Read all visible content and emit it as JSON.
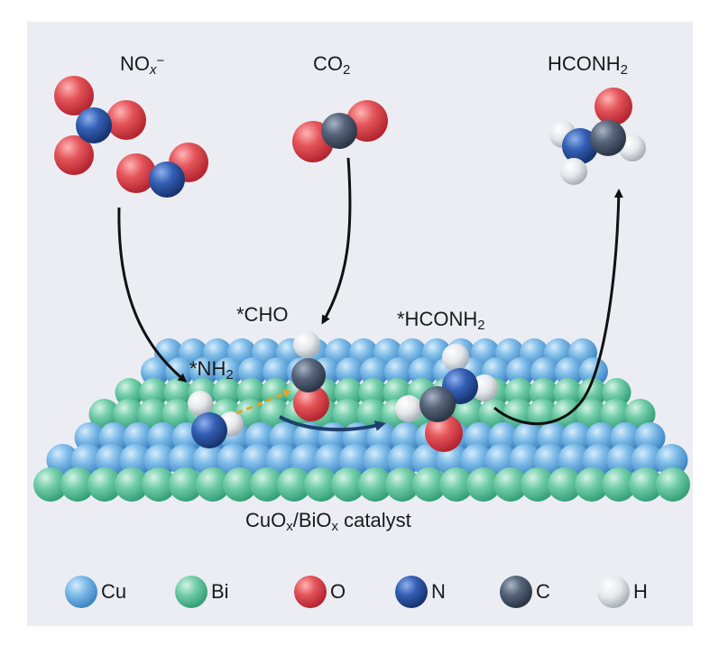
{
  "labels": {
    "nox_main": "NO",
    "nox_sub": "x",
    "nox_sup": "−",
    "co2_main": "CO",
    "co2_sub": "2",
    "hconh2_a": "HCONH",
    "hconh2_sub": "2",
    "cho": "*CHO",
    "nh2_main": "*NH",
    "nh2_sub": "2",
    "hconh2_ads_a": "*HCONH",
    "hconh2_ads_sub": "2",
    "catalyst_a": "CuO",
    "catalyst_sub1": "x",
    "catalyst_b": "/BiO",
    "catalyst_sub2": "x",
    "catalyst_c": " catalyst"
  },
  "legend": [
    {
      "label": "Cu",
      "color": "#6fb1e4"
    },
    {
      "label": "Bi",
      "color": "#6dcaa6"
    },
    {
      "label": "O",
      "color": "#e0474d"
    },
    {
      "label": "N",
      "color": "#2d55a8"
    },
    {
      "label": "C",
      "color": "#4c5a6d"
    },
    {
      "label": "H",
      "color": "#dfe2e6"
    }
  ],
  "colors": {
    "cu": "#6fb1e4",
    "bi": "#6dcaa6",
    "o": "#e0474d",
    "n": "#2d55a8",
    "c": "#4c5a6d",
    "h": "#dfe2e6",
    "arrow_black": "#111111",
    "arrow_blue": "#20406e",
    "arrow_gold": "#e0a526"
  }
}
